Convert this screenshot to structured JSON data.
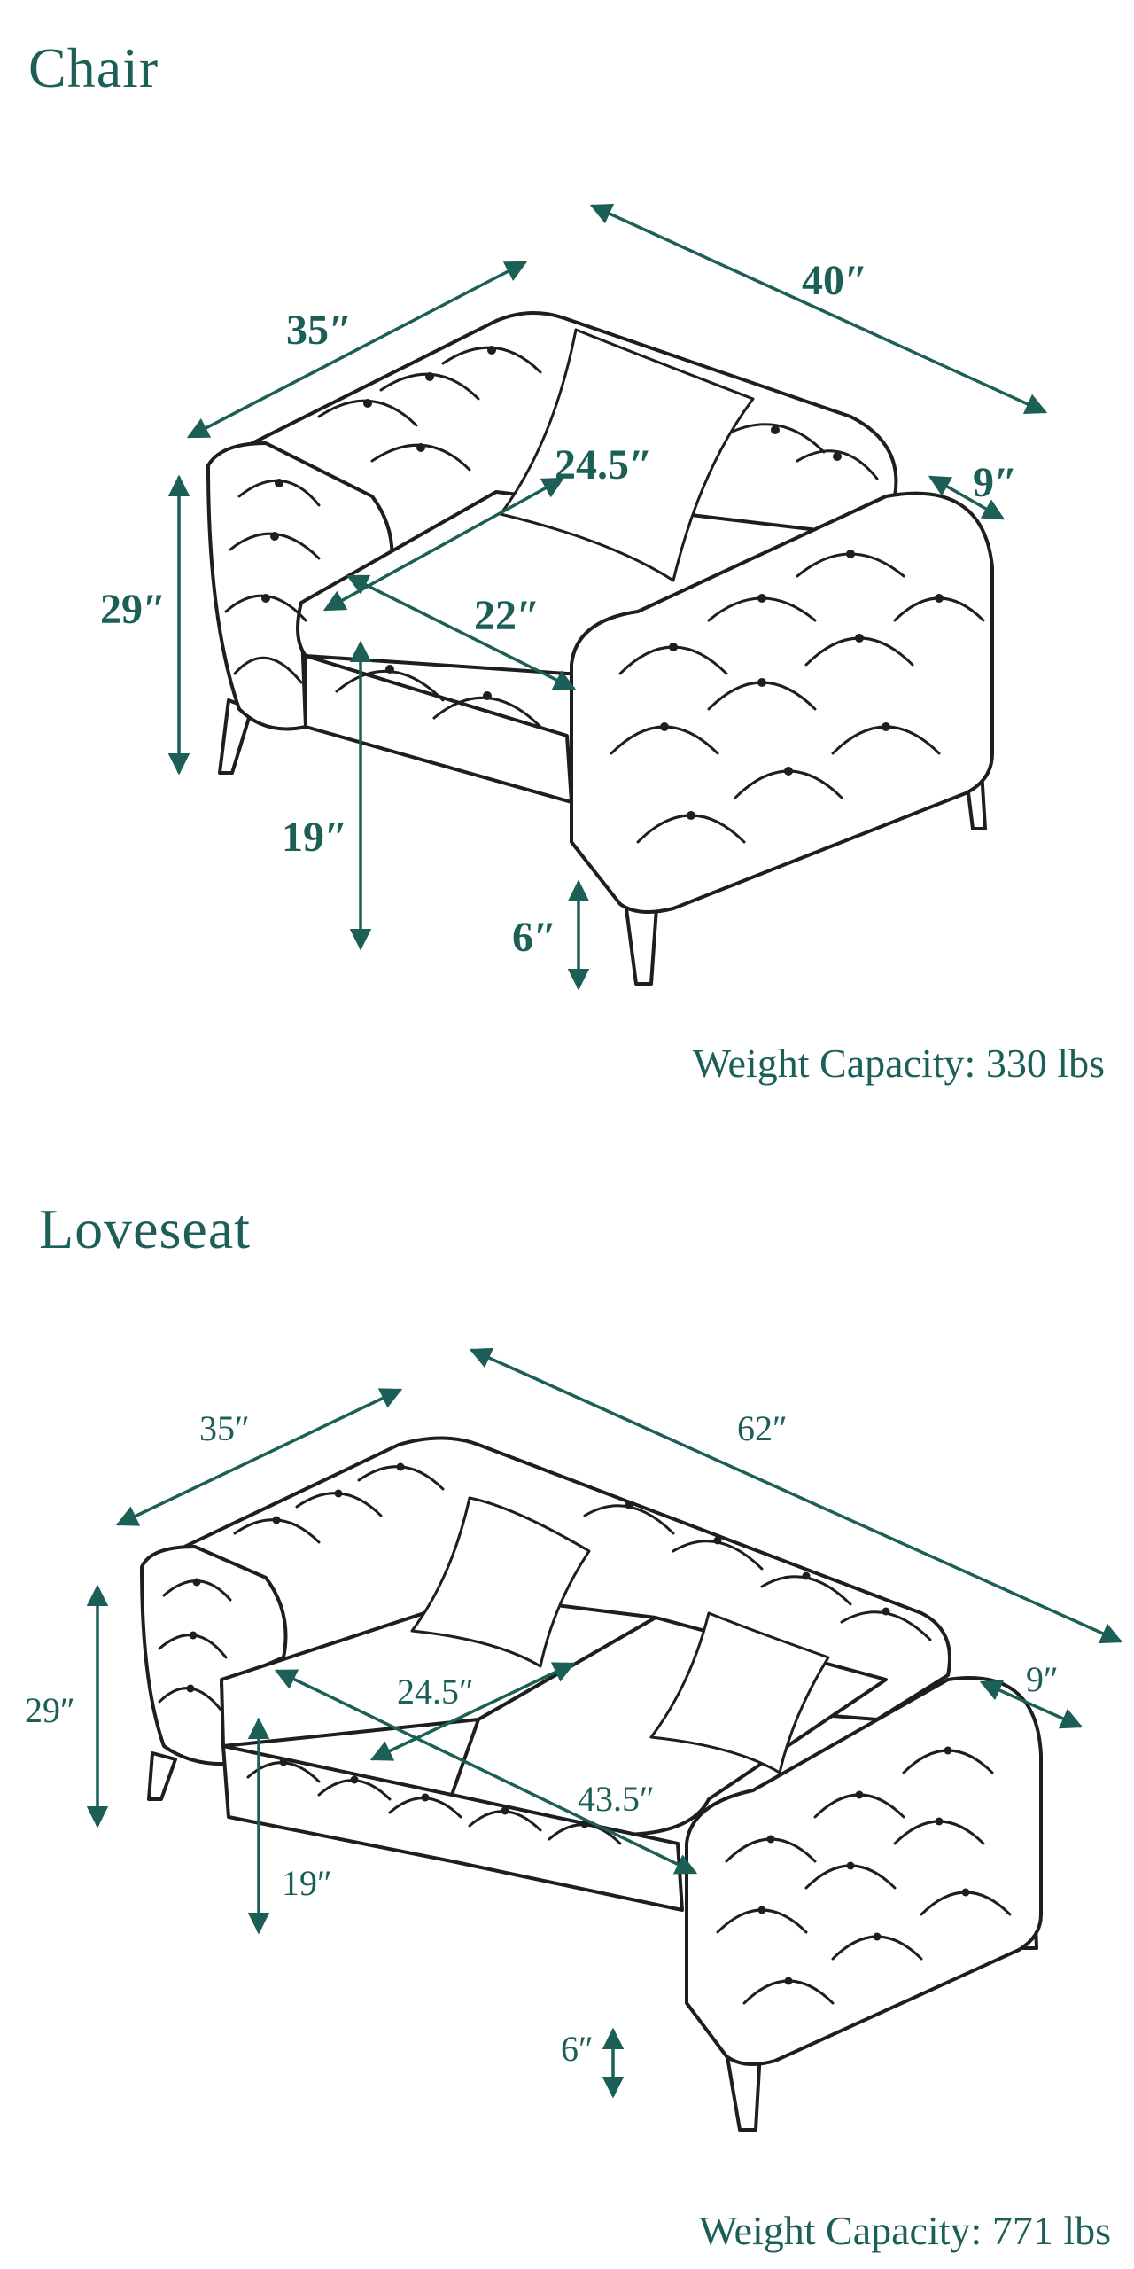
{
  "chair": {
    "title": "Chair",
    "weight_capacity": "Weight Capacity: 330 lbs",
    "dimensions": {
      "depth": "35″",
      "width": "40″",
      "height": "29″",
      "arm_width": "9″",
      "seat_depth": "24.5″",
      "seat_width": "22″",
      "seat_height": "19″",
      "leg_height": "6″"
    }
  },
  "loveseat": {
    "title": "Loveseat",
    "weight_capacity": "Weight Capacity: 771 lbs",
    "dimensions": {
      "depth": "35″",
      "width": "62″",
      "height": "29″",
      "arm_width": "9″",
      "seat_depth": "24.5″",
      "seat_width": "43.5″",
      "seat_height": "19″",
      "leg_height": "6″"
    }
  },
  "colors": {
    "accent": "#1b5f56",
    "line": "#1e1e1e",
    "background": "#ffffff"
  }
}
